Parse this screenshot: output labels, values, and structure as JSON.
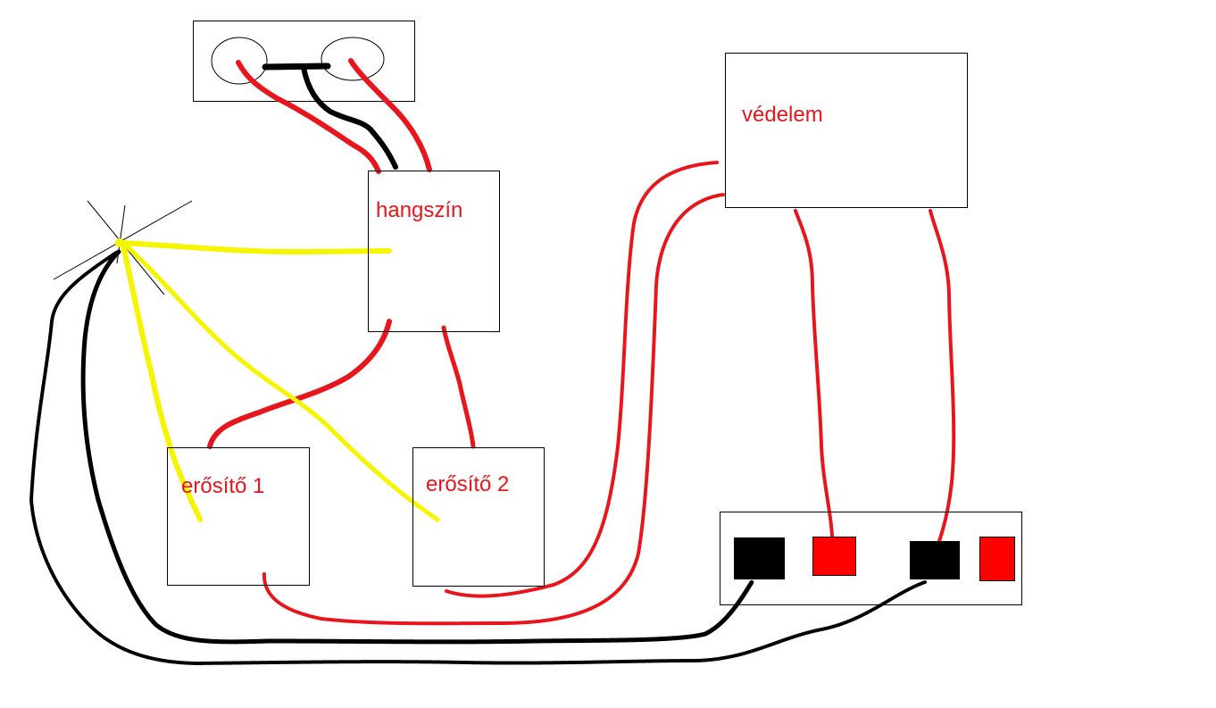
{
  "colors": {
    "background": "#ffffff",
    "box_border": "#000000",
    "label_text": "#e8161c",
    "wire_red": "#e8161c",
    "wire_black": "#000000",
    "wire_yellow": "#f5f500",
    "terminal_black": "#000000",
    "terminal_red": "#ff0000"
  },
  "blocks": {
    "tone_control": {
      "label": "hangszín"
    },
    "amplifier_1": {
      "label": "erősítő 1"
    },
    "amplifier_2": {
      "label": "erősítő 2"
    },
    "protection": {
      "label": "védelem"
    },
    "speaker_terminal": {
      "terminals": [
        "black",
        "red",
        "black",
        "red"
      ]
    },
    "power_input": {
      "connectors": 2
    }
  },
  "wires": [
    {
      "from": "power_input_left",
      "to": "tone_control",
      "color": "red"
    },
    {
      "from": "power_input_right",
      "to": "tone_control",
      "color": "red"
    },
    {
      "from": "power_input_center",
      "to": "tone_control",
      "color": "black"
    },
    {
      "from": "tone_control",
      "to": "ground_point",
      "color": "yellow"
    },
    {
      "from": "amplifier_1",
      "to": "ground_point",
      "color": "yellow"
    },
    {
      "from": "amplifier_2",
      "to": "ground_point",
      "color": "yellow"
    },
    {
      "from": "tone_control",
      "to": "amplifier_1",
      "color": "red"
    },
    {
      "from": "tone_control",
      "to": "amplifier_2",
      "color": "red"
    },
    {
      "from": "amplifier_1",
      "to": "protection",
      "color": "red"
    },
    {
      "from": "amplifier_2",
      "to": "protection",
      "color": "red"
    },
    {
      "from": "protection",
      "to": "speaker_terminal_red_1",
      "color": "red"
    },
    {
      "from": "protection",
      "to": "speaker_terminal_black_2",
      "color": "red"
    },
    {
      "from": "ground_point",
      "to": "speaker_terminal_black_1",
      "color": "black"
    },
    {
      "from": "ground_point",
      "to": "speaker_terminal_black_2",
      "color": "black"
    }
  ]
}
